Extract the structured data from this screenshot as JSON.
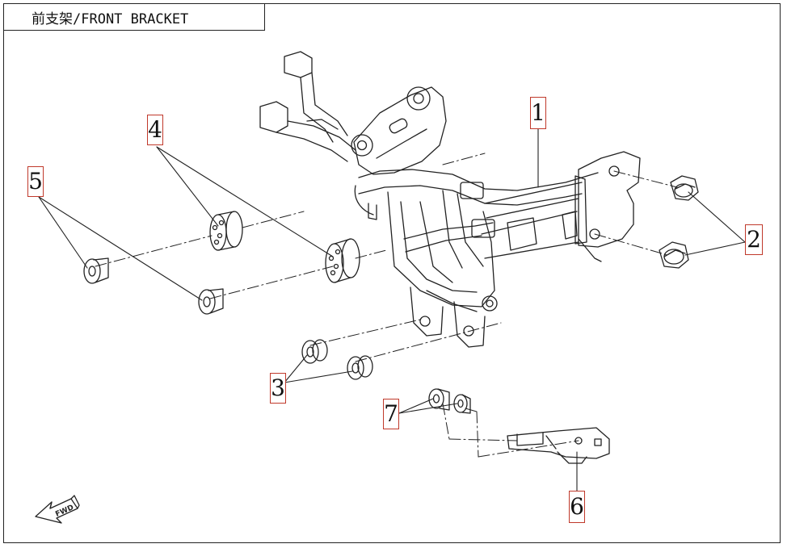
{
  "title": "前支架/FRONT BRACKET",
  "callouts": [
    {
      "id": "1",
      "label": "1"
    },
    {
      "id": "2",
      "label": "2"
    },
    {
      "id": "3",
      "label": "3"
    },
    {
      "id": "4",
      "label": "4"
    },
    {
      "id": "5",
      "label": "5"
    },
    {
      "id": "6",
      "label": "6"
    },
    {
      "id": "7",
      "label": "7"
    }
  ],
  "fwd_label": "FWD",
  "colors": {
    "line": "#222222",
    "callout_border": "#c0392b"
  }
}
